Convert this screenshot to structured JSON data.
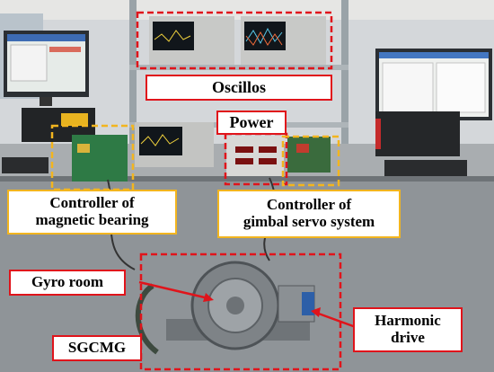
{
  "labels": {
    "oscillos": "Oscillos",
    "power": "Power",
    "magnetic_bearing_line1": "Controller of",
    "magnetic_bearing_line2": "magnetic bearing",
    "gimbal_servo_line1": "Controller of",
    "gimbal_servo_line2": "gimbal servo system",
    "gyro_room": "Gyro room",
    "harmonic_line1": "Harmonic",
    "harmonic_line2": "drive",
    "sgcmg": "SGCMG"
  },
  "colors": {
    "red_annotation": "#e0141b",
    "yellow_annotation": "#f2b51f",
    "label_background": "#ffffff"
  }
}
